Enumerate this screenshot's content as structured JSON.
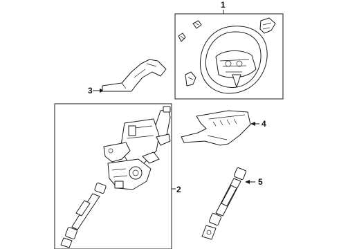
{
  "diagram": {
    "callouts": [
      {
        "id": "steering-wheel",
        "label": "1"
      },
      {
        "id": "steering-column",
        "label": "2"
      },
      {
        "id": "column-cover-upper",
        "label": "3"
      },
      {
        "id": "column-cover-lower",
        "label": "4"
      },
      {
        "id": "intermediate-shaft",
        "label": "5"
      }
    ],
    "colors": {
      "line": "#1a1a1a",
      "background": "#ffffff",
      "callout_text": "#111111"
    }
  }
}
